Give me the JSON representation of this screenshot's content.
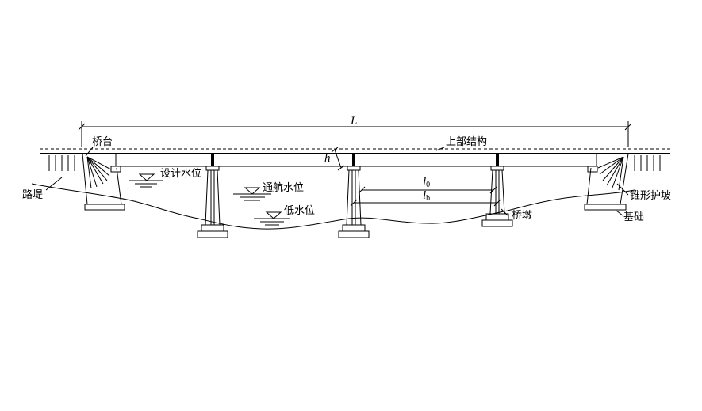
{
  "labels": {
    "span": "L",
    "abutment": "桥台",
    "superstructure": "上部结构",
    "embankment": "路堤",
    "design_water_level": "设计水位",
    "navigable_water_level": "通航水位",
    "low_water_level": "低水位",
    "clear_span_letter": "l",
    "clear_span_sub": "0",
    "calc_span_letter": "l",
    "calc_span_sub": "b",
    "height_symbol": "h",
    "pier": "桥墩",
    "cone_slope": "锥形护坡",
    "foundation": "基础"
  }
}
